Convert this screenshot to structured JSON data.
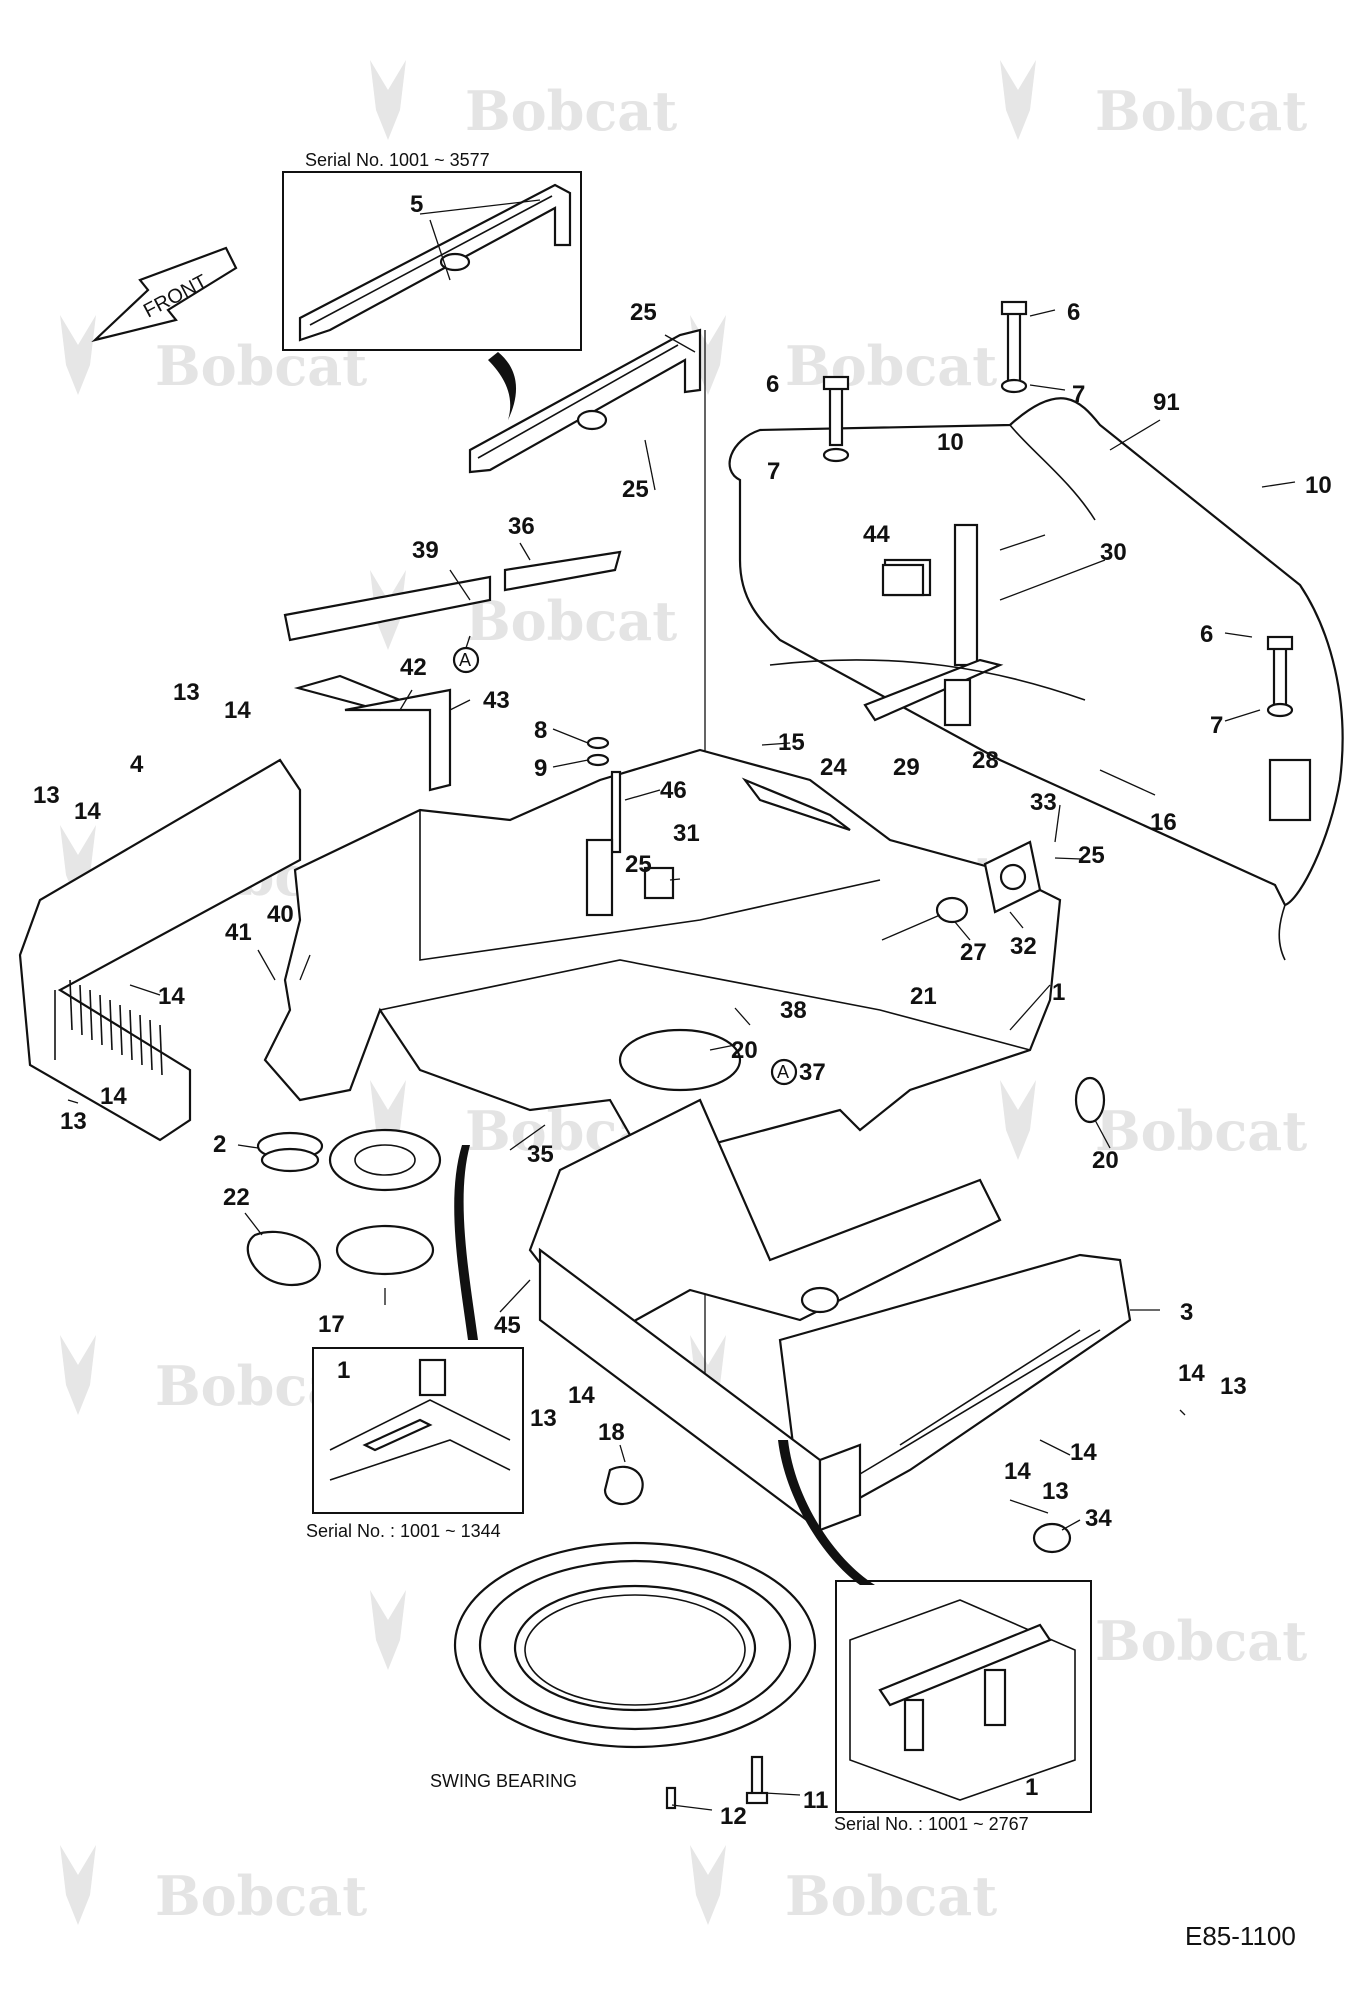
{
  "diagram": {
    "watermark_text": "Bobcat",
    "drawing_code": "E85-1100",
    "front_arrow_label": "FRONT",
    "swing_bearing_label": "SWING BEARING",
    "detail_marker": "A",
    "insets": {
      "top": {
        "serial": "Serial No.  1001 ~ 3577"
      },
      "lower_left": {
        "serial": "Serial No. : 1001 ~ 1344"
      },
      "lower_right": {
        "serial": "Serial No. : 1001 ~ 2767"
      }
    },
    "part_numbers": [
      "1",
      "2",
      "3",
      "4",
      "5",
      "6",
      "7",
      "8",
      "9",
      "10",
      "11",
      "12",
      "13",
      "14",
      "15",
      "16",
      "17",
      "18",
      "20",
      "21",
      "22",
      "24",
      "25",
      "27",
      "28",
      "29",
      "30",
      "31",
      "32",
      "33",
      "34",
      "35",
      "36",
      "37",
      "38",
      "39",
      "40",
      "41",
      "42",
      "43",
      "44",
      "45",
      "46",
      "91"
    ]
  }
}
